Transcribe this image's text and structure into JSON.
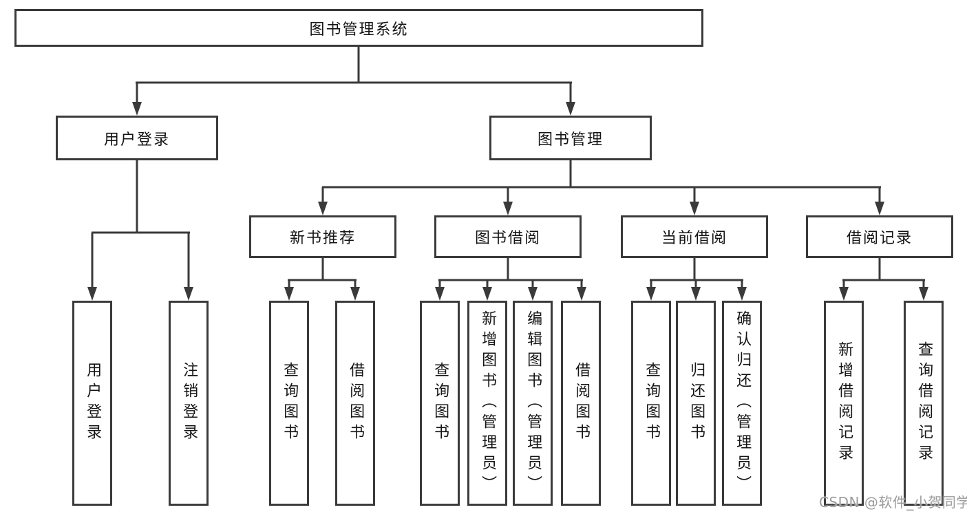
{
  "diagram": {
    "root": {
      "label": "图书管理系统"
    },
    "branches": [
      {
        "label": "用户登录",
        "children": [
          {
            "label": "用户登录"
          },
          {
            "label": "注销登录"
          }
        ]
      },
      {
        "label": "图书管理",
        "sections": [
          {
            "label": "新书推荐",
            "children": [
              {
                "label": "查询图书"
              },
              {
                "label": "借阅图书"
              }
            ]
          },
          {
            "label": "图书借阅",
            "children": [
              {
                "label": "查询图书"
              },
              {
                "label": "新增图书（管理员）"
              },
              {
                "label": "编辑图书（管理员）"
              },
              {
                "label": "借阅图书"
              }
            ]
          },
          {
            "label": "当前借阅",
            "children": [
              {
                "label": "查询图书"
              },
              {
                "label": "归还图书"
              },
              {
                "label": "确认归还（管理员）"
              }
            ]
          },
          {
            "label": "借阅记录",
            "children": [
              {
                "label": "新增借阅记录"
              },
              {
                "label": "查询借阅记录"
              }
            ]
          }
        ]
      }
    ]
  },
  "watermark": {
    "text": "CSDN @软件_小贺同学",
    "color": "#9b9b9b"
  },
  "colors": {
    "line": "#3a3a3a",
    "box_border": "#3a3a3a",
    "box_fill": "#ffffff",
    "text": "#151515",
    "background": "#ffffff"
  }
}
